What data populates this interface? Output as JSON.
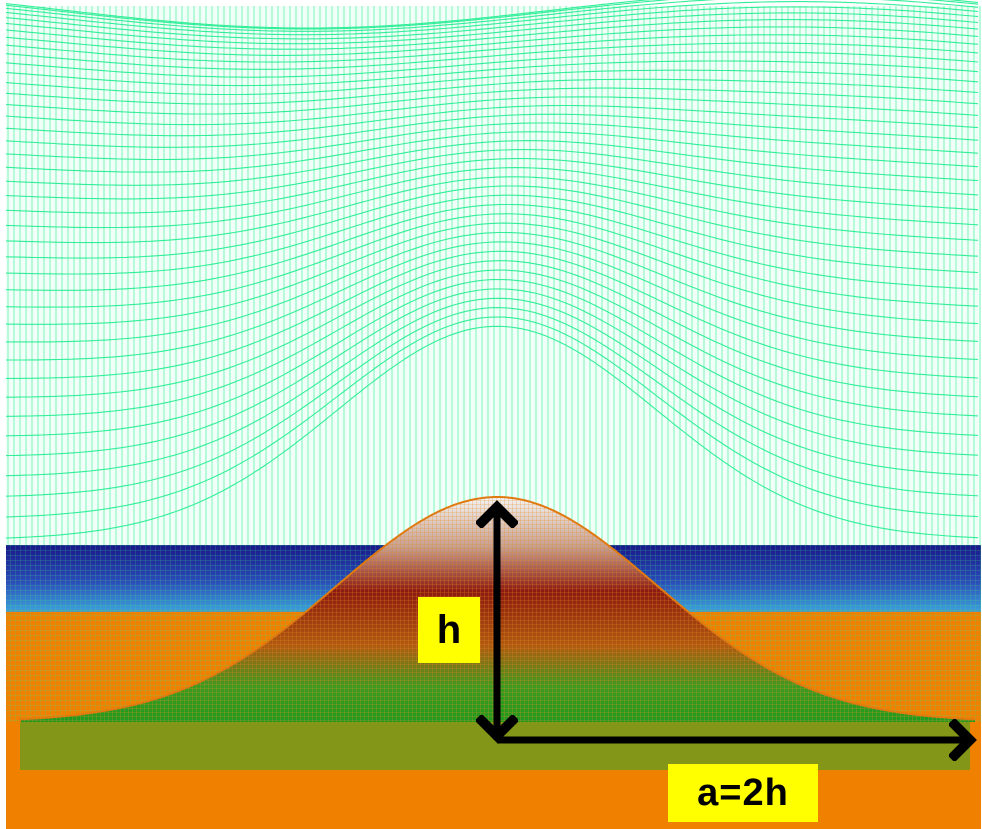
{
  "labels": {
    "height": "h",
    "half_width": "a=2h"
  },
  "colors": {
    "mesh_line": "#33ee99",
    "upper_background": "#eafff5",
    "ground_orange": "#f08000",
    "water_band_dark": "#1a1a90",
    "water_band_blue": "#2a6ad0",
    "hill_peak": "#f2f2f2",
    "hill_mid": "#8b1a10",
    "hill_base": "#1f9a1f",
    "hill_outline": "#e07a10",
    "arrow": "#000000",
    "label_bg": "#ffff00"
  },
  "icons": {
    "vertical_arrow": "double-headed-arrow-vertical",
    "horizontal_arrow": "arrow-right"
  }
}
